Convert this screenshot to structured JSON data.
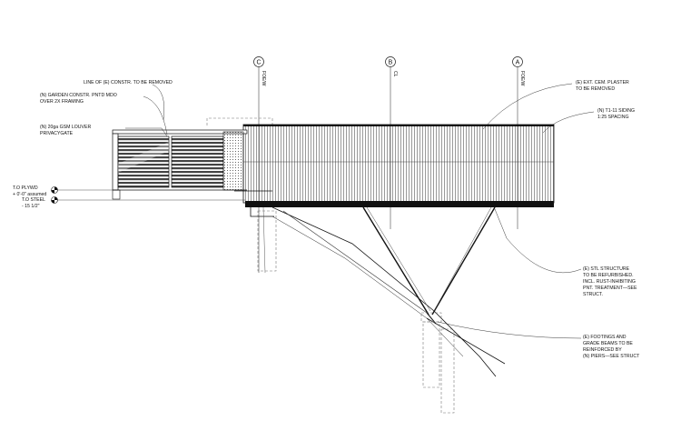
{
  "grid_lines": [
    {
      "tag": "C",
      "label": "FOE/W"
    },
    {
      "tag": "B",
      "label": "CL"
    },
    {
      "tag": "A",
      "label": "FOE/W"
    }
  ],
  "notes": {
    "line_existing": "LINE OF (E) CONSTR. TO BE REMOVED",
    "garden_1": "(N) GARDEN CONSTR. PNTD MDO",
    "garden_2": "OVER 2X FRAMING",
    "louver_1": "(N) 20ga GSM LOUVER",
    "louver_2": "PRIVACYGATE",
    "plaster_1": "(E) EXT. CEM. PLASTER",
    "plaster_2": "TO BE REMOVED",
    "siding_1": "(N) T1-11 SIDING",
    "siding_2": "1:25 SPACING",
    "steel_1": "(E) STL STRUCTURE",
    "steel_2": "TO BE REFURBISHED.",
    "steel_3": "INCL. RUST-INHIBITING",
    "steel_4": "PNT. TREATMENT—SEE",
    "steel_5": "STRUCT.",
    "footing_1": "(E) FOOTINGS AND",
    "footing_2": "GRADE BEAMS TO BE",
    "footing_3": "REINFORCED BY",
    "footing_4": "(N) PIERS—SEE STRUCT"
  },
  "elevations": {
    "plywd_label": "T.O PLYWD",
    "plywd_value": "+ 0'-0\" assumed",
    "steel_label": "T.O STEEL",
    "steel_value": "- 15 1/2\""
  }
}
